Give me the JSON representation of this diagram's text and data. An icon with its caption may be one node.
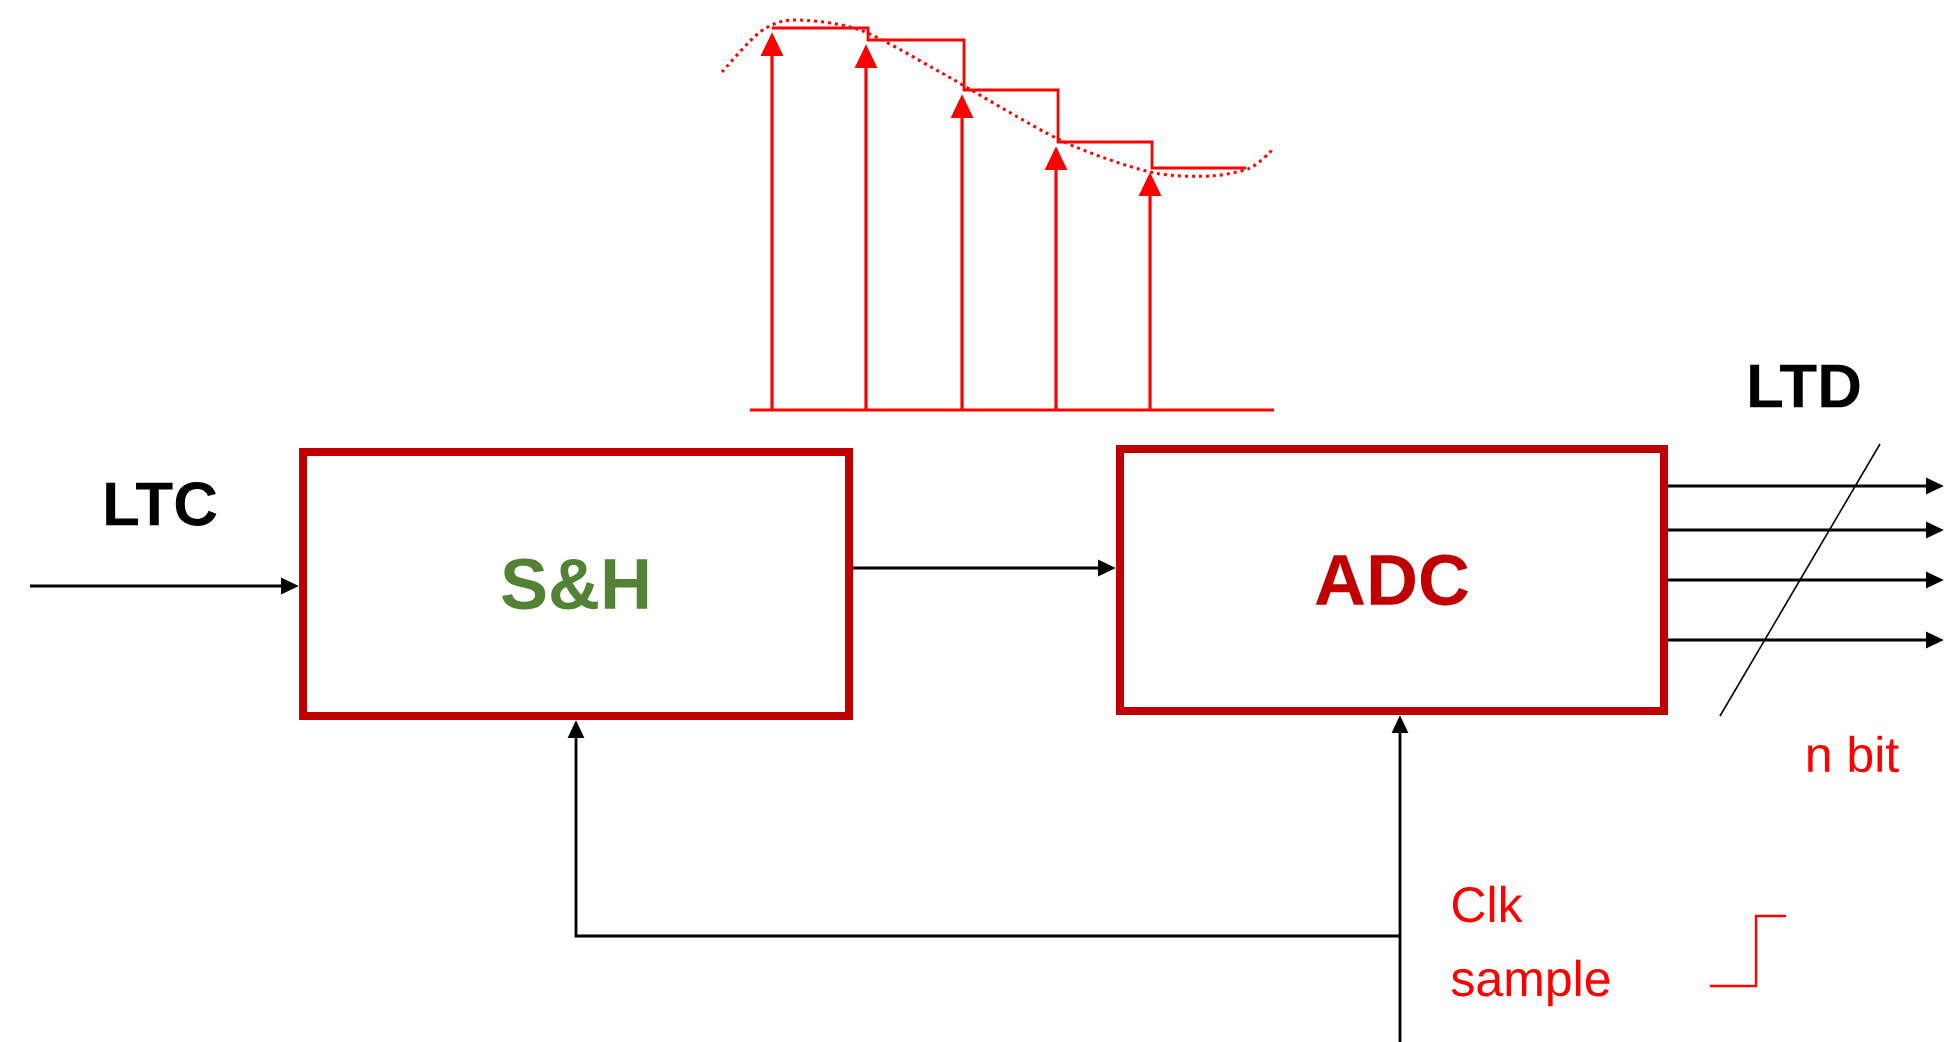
{
  "diagram": {
    "nodes": [
      {
        "text": [
          "S&H"
        ]
      },
      {
        "text": [
          "ADC"
        ]
      }
    ],
    "edges": [
      {
        "from": null,
        "to": 0,
        "arrow": "to"
      },
      {
        "from": 0,
        "to": 1,
        "arrow": "to"
      },
      {
        "from": 1,
        "to": null,
        "arrow": "to"
      },
      {
        "from": 1,
        "to": null,
        "arrow": "to"
      },
      {
        "from": 1,
        "to": null,
        "arrow": "to"
      },
      {
        "from": 1,
        "to": null,
        "arrow": "to"
      },
      {
        "from": null,
        "to": 1,
        "arrow": "to"
      },
      {
        "from": null,
        "to": 0,
        "arrow": "to"
      }
    ],
    "labels": [
      "LTC",
      "LTD",
      "n bit",
      "Clk sample"
    ]
  }
}
